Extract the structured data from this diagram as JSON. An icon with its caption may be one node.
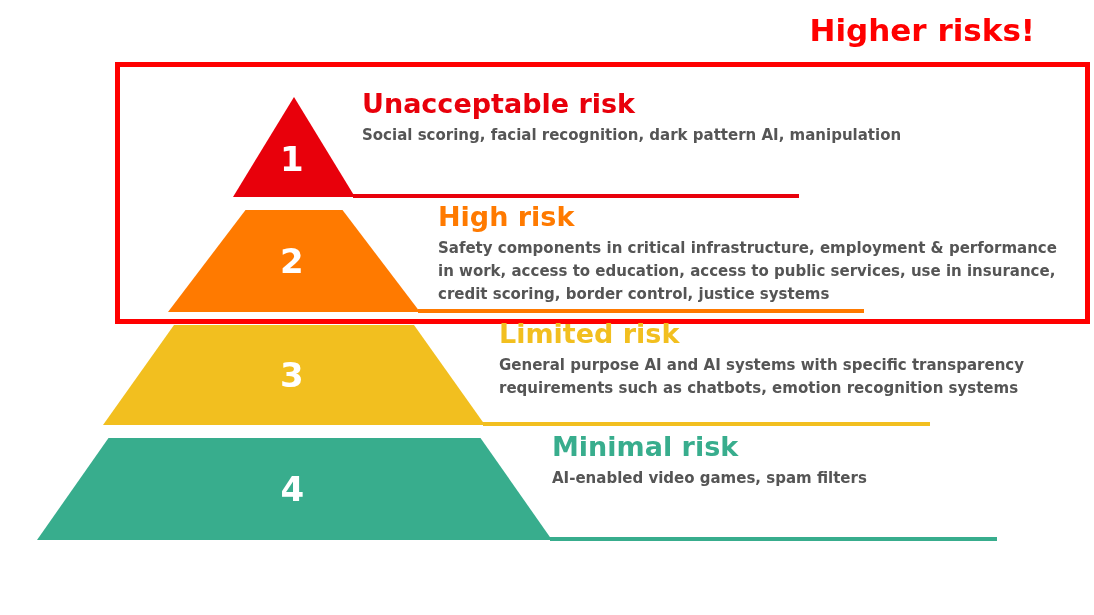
{
  "diagram": {
    "nodes": [
      {
        "text": [
          "Higher risks!"
        ]
      },
      {
        "text": [
          "1",
          "Unacceptable risk",
          "Social scoring, facial recognition, dark pattern AI, manipulation"
        ],
        "in": 0
      },
      {
        "text": [
          "2",
          "High risk",
          "Safety components in critical infrastructure, employment & performance in work, access to education, access to public services, use in insurance, credit scoring, border control, justice systems"
        ],
        "in": 0
      },
      {
        "text": [
          "3",
          "Limited risk",
          "General purpose AI and AI systems with specific transparency requirements such as chatbots, emotion recognition systems"
        ]
      },
      {
        "text": [
          "4",
          "Minimal risk",
          "AI-enabled video games, spam filters"
        ]
      }
    ],
    "edges": []
  }
}
